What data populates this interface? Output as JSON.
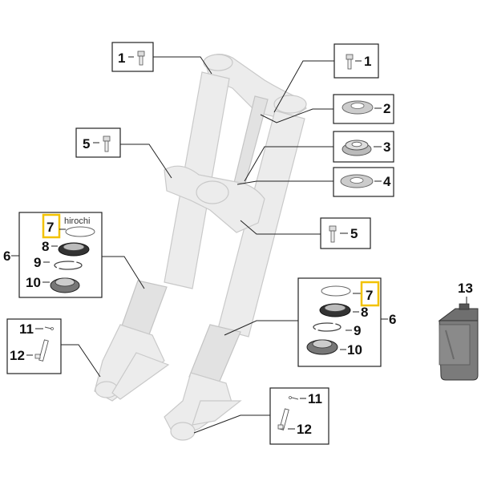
{
  "callouts": {
    "c1a": "1",
    "c1b": "1",
    "c2": "2",
    "c3": "3",
    "c4": "4",
    "c5a": "5",
    "c5b": "5",
    "c6a": "6",
    "c6b": "6",
    "c7a": "7",
    "c7b": "7",
    "c8a": "8",
    "c8b": "8",
    "c9a": "9",
    "c9b": "9",
    "c10a": "10",
    "c10b": "10",
    "c11a": "11",
    "c11b": "11",
    "c12a": "12",
    "c12b": "12",
    "c13": "13"
  },
  "watermark": "hirochi",
  "colors": {
    "highlight": "#f2c200",
    "fork_fill": "#ececec",
    "line": "#222222"
  }
}
